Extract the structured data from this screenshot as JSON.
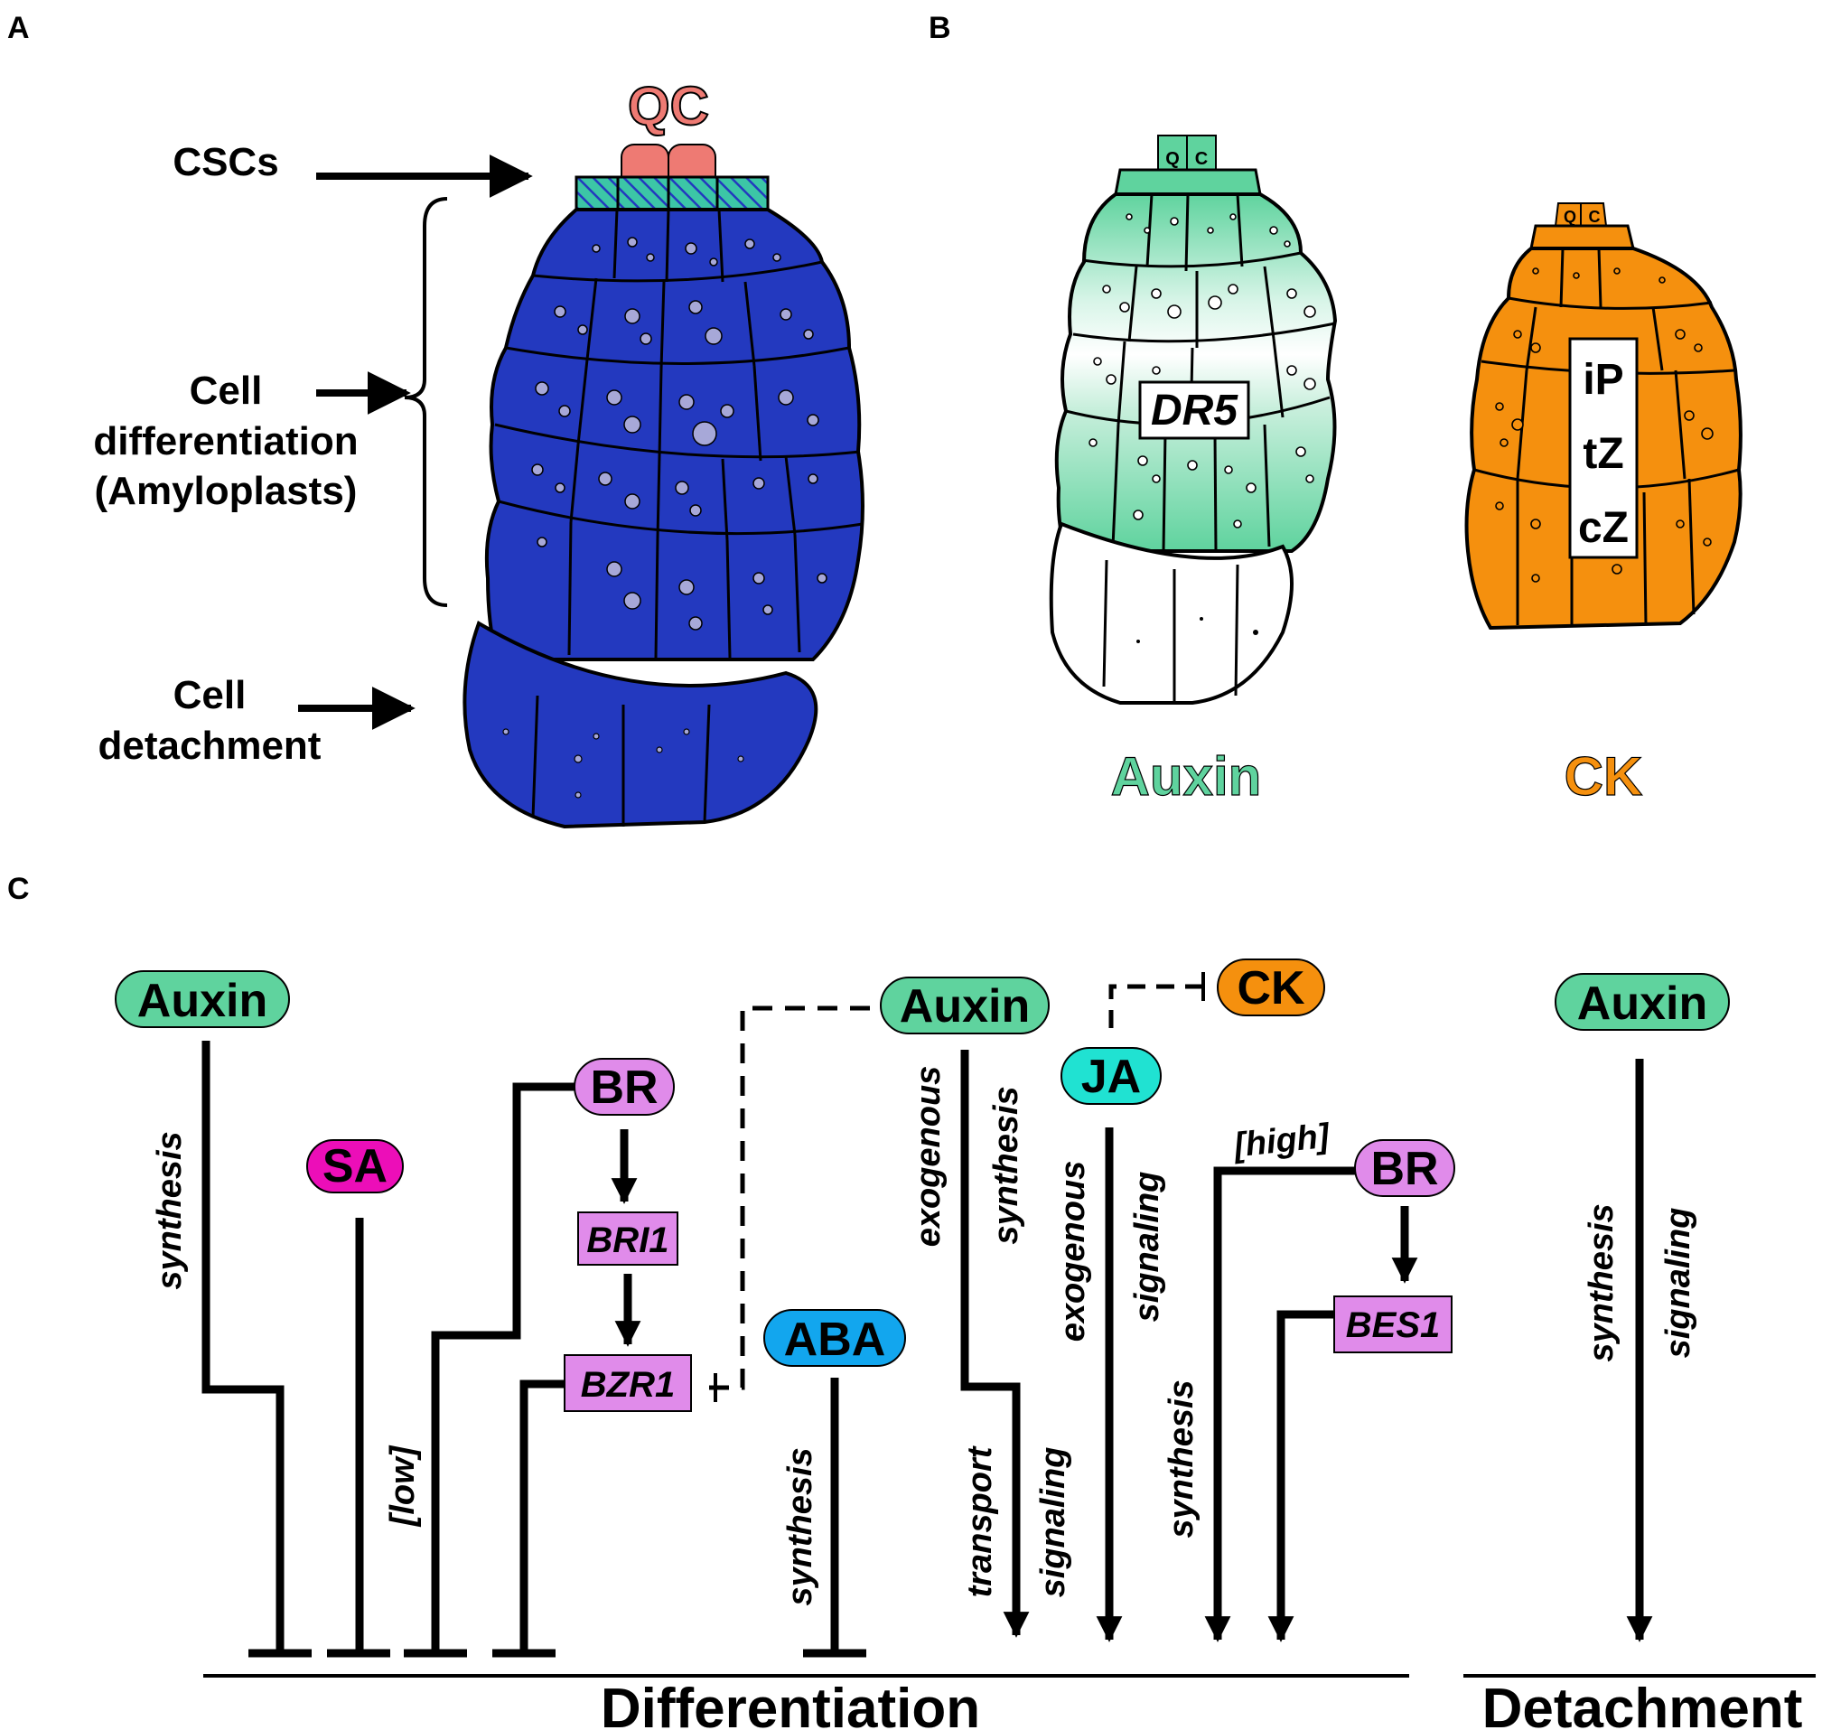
{
  "panel_letters": {
    "a": "A",
    "b": "B",
    "c": "C"
  },
  "panel_a": {
    "qc_label": "QC",
    "csc_label": "CSCs",
    "differentiation_label": [
      "Cell",
      "differentiation",
      "(Amyloplasts)"
    ],
    "detachment_label": [
      "Cell",
      "detachment"
    ]
  },
  "panel_b": {
    "auxin_marker": "DR5",
    "auxin_label": "Auxin",
    "qc_small": [
      "Q",
      "C"
    ],
    "ck_types": [
      "iP",
      "tZ",
      "cZ"
    ],
    "ck_label": "CK"
  },
  "panel_c": {
    "hormones": {
      "auxin_1": "Auxin",
      "sa": "SA",
      "br_1": "BR",
      "bri1": "BRI1",
      "bzr1": "BZR1",
      "aba": "ABA",
      "auxin_2": "Auxin",
      "ck": "CK",
      "ja": "JA",
      "br_2": "BR",
      "bes1": "BES1",
      "auxin_3": "Auxin"
    },
    "process_labels": {
      "auxin1_synthesis": "synthesis",
      "low": "[low]",
      "aba_synthesis": "synthesis",
      "auxin2_exogenous": "exogenous",
      "auxin2_synthesis": "synthesis",
      "auxin2_transport": "transport",
      "auxin2_signaling": "signaling",
      "ja_exogenous": "exogenous",
      "ja_signaling": "signaling",
      "high": "[high]",
      "br2_synthesis": "synthesis",
      "auxin3_synthesis": "synthesis",
      "auxin3_signaling": "signaling"
    },
    "outcomes": {
      "differentiation": "Differentiation",
      "detachment": "Detachment"
    }
  },
  "colors": {
    "qc": "#EE7A73",
    "csc": "#3CC6A6",
    "columella": "#2339BF",
    "amyloplast": "#A7A8D8",
    "auxin": "#5FD39E",
    "ck": "#F5900E",
    "sa": "#EC0EB8",
    "br": "#E08BEA",
    "aba": "#12A6EE",
    "ja": "#20E2D2"
  }
}
